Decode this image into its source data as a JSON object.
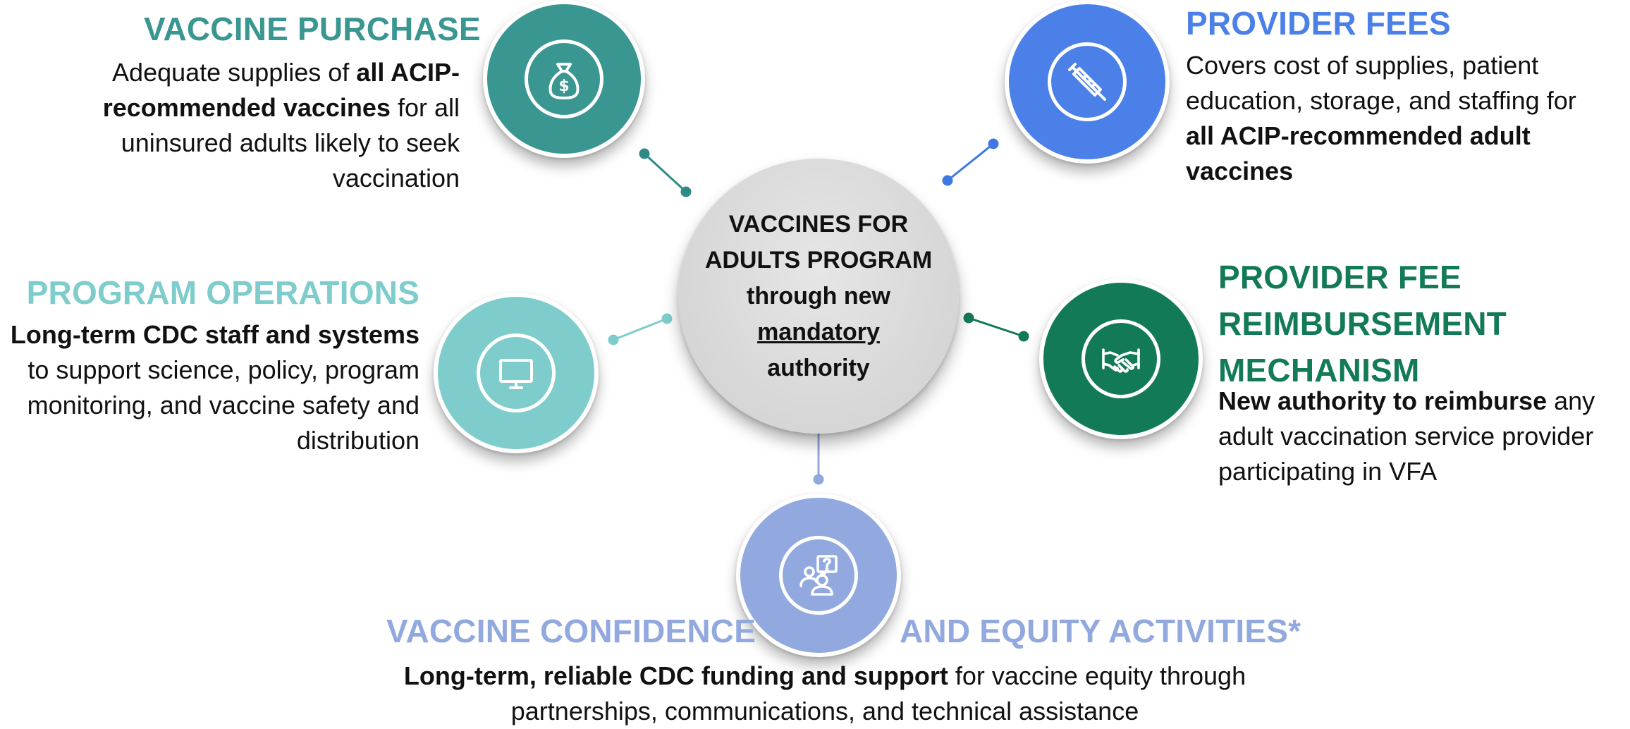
{
  "center": {
    "line1": "VACCINES FOR",
    "line2": "ADULTS PROGRAM",
    "line3": "through new",
    "line4": "mandatory",
    "line5": "authority"
  },
  "vaccine_purchase": {
    "title": "VACCINE PURCHASE",
    "color": "#3a9691",
    "icon": "money-bag-icon",
    "desc_pre": "Adequate supplies of ",
    "desc_bold": "all ACIP-recommended vaccines",
    "desc_post": " for all uninsured adults likely to seek vaccination"
  },
  "provider_fees": {
    "title": "PROVIDER FEES",
    "color": "#4b80e8",
    "icon": "syringe-icon",
    "desc_pre": "Covers cost of supplies, patient education, storage, and staffing for ",
    "desc_bold": "all ACIP-recommended adult vaccines",
    "desc_post": ""
  },
  "program_operations": {
    "title": "PROGRAM OPERATIONS",
    "color": "#7ecdcc",
    "icon": "monitor-icon",
    "desc_bold": "Long-term CDC staff and systems",
    "desc_post": " to support science, policy, program monitoring, and vaccine safety and distribution"
  },
  "reimbursement": {
    "title_line1": "PROVIDER FEE",
    "title_line2": "REIMBURSEMENT",
    "title_line3": "MECHANISM",
    "color": "#137a57",
    "icon": "handshake-icon",
    "desc_bold": "New authority to reimburse",
    "desc_post": " any adult vaccination service provider participating in VFA"
  },
  "confidence": {
    "title_left": "VACCINE CONFIDENCE",
    "title_right": "AND EQUITY ACTIVITIES*",
    "color": "#92a9e0",
    "icon": "people-question-icon",
    "desc_bold": "Long-term, reliable CDC funding and support",
    "desc_post": " for vaccine equity through partnerships, communications, and technical assistance"
  }
}
